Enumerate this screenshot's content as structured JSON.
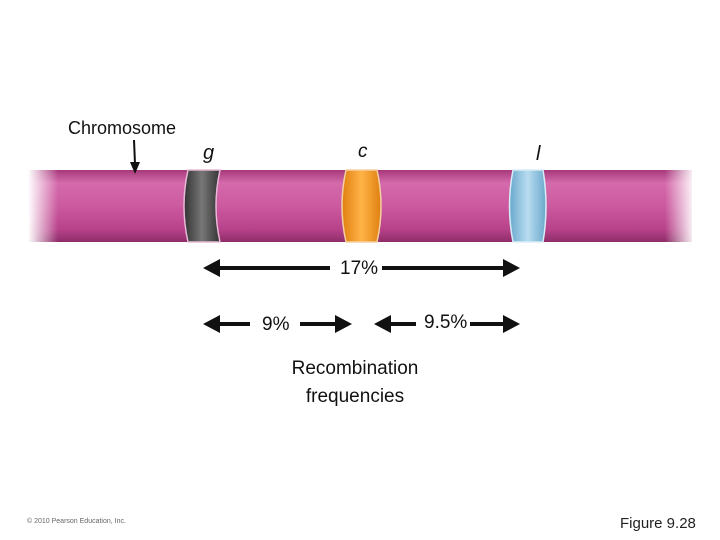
{
  "labels": {
    "chromosome": "Chromosome",
    "genes": [
      "g",
      "c",
      "l"
    ],
    "distance_g_l": "17%",
    "distance_g_c": "9%",
    "distance_c_l": "9.5%",
    "recombination_title": "Recombination frequencies",
    "copyright": "© 2010 Pearson Education, Inc.",
    "figure": "Figure 9.28"
  },
  "colors": {
    "chromosome_body": "#c04a93",
    "gene_g_band": "#555555",
    "gene_c_band": "#f59a2a",
    "gene_l_band": "#8cc3e0",
    "arrow": "#111111"
  }
}
